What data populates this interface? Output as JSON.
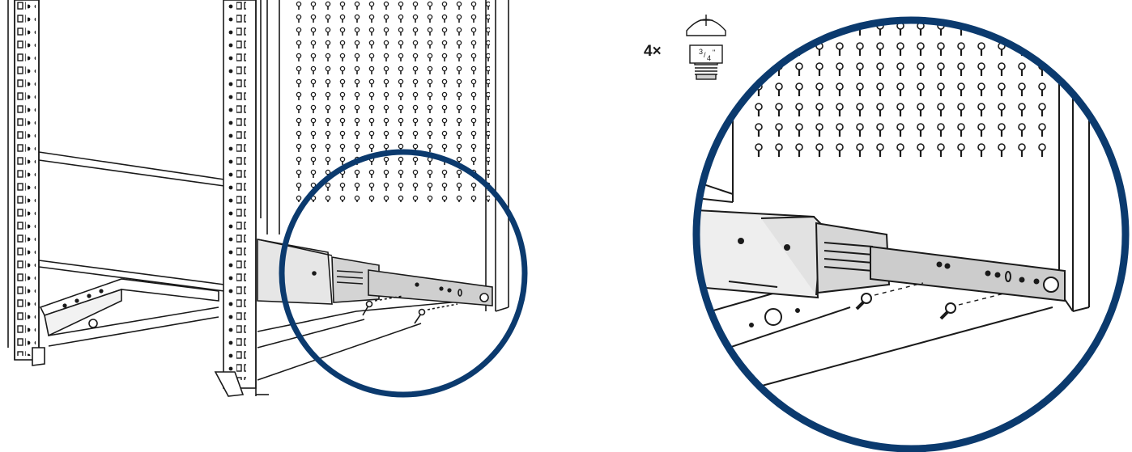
{
  "hardware": {
    "quantity_label": "4×",
    "screw_size_numerator": "3",
    "screw_size_denominator": "4",
    "screw_size_unit": "\""
  },
  "colors": {
    "callout_ring": "#0b3a6e",
    "line_art": "#1a1a1a",
    "rail_fill": "#d4d4d4",
    "rail_dark": "#9a9a9a",
    "background": "#ffffff"
  },
  "icons": {
    "hardware": "screw-icon",
    "callout": "magnifier-circle"
  }
}
